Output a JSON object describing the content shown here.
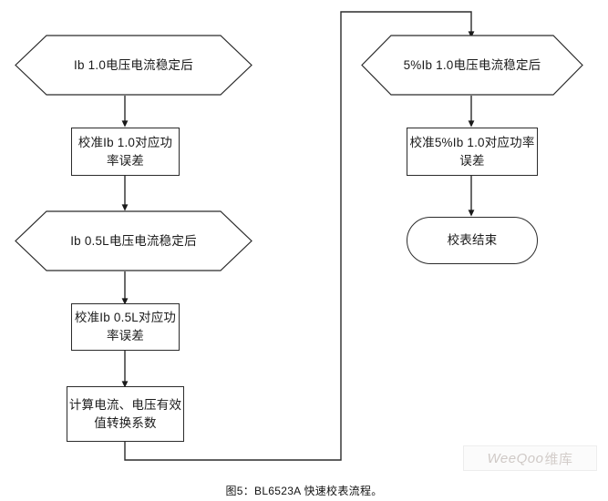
{
  "figure": {
    "caption": "图5：BL6523A 快速校表流程。",
    "watermark": {
      "brand": "WeeQoo",
      "suffix": "维库"
    },
    "stroke_color": "#2b2b2b",
    "background_color": "#ffffff",
    "text_color": "#1a1a1a"
  },
  "flowchart": {
    "left_column": [
      {
        "id": "n1",
        "shape": "hexagon",
        "text": "Ib 1.0电压电流稳定后"
      },
      {
        "id": "n2",
        "shape": "rectangle",
        "text": "校准Ib 1.0对应功率误差"
      },
      {
        "id": "n3",
        "shape": "hexagon",
        "text": "Ib 0.5L电压电流稳定后"
      },
      {
        "id": "n4",
        "shape": "rectangle",
        "text": "校准Ib 0.5L对应功率误差"
      },
      {
        "id": "n5",
        "shape": "rectangle",
        "text": "计算电流、电压有效值转换系数"
      }
    ],
    "right_column": [
      {
        "id": "n6",
        "shape": "hexagon",
        "text": "5%Ib 1.0电压电流稳定后"
      },
      {
        "id": "n7",
        "shape": "rectangle",
        "text": "校准5%Ib 1.0对应功率误差"
      },
      {
        "id": "n8",
        "shape": "terminal",
        "text": "校表结束"
      }
    ],
    "connectors": [
      {
        "from": "n1",
        "to": "n2",
        "type": "arrow-down"
      },
      {
        "from": "n2",
        "to": "n3",
        "type": "arrow-down"
      },
      {
        "from": "n3",
        "to": "n4",
        "type": "arrow-down"
      },
      {
        "from": "n4",
        "to": "n5",
        "type": "arrow-down"
      },
      {
        "from": "n5",
        "to": "n6",
        "type": "elbow-down-right-up-right-down-arrow"
      },
      {
        "from": "n6",
        "to": "n7",
        "type": "arrow-down"
      },
      {
        "from": "n7",
        "to": "n8",
        "type": "arrow-down"
      }
    ]
  }
}
